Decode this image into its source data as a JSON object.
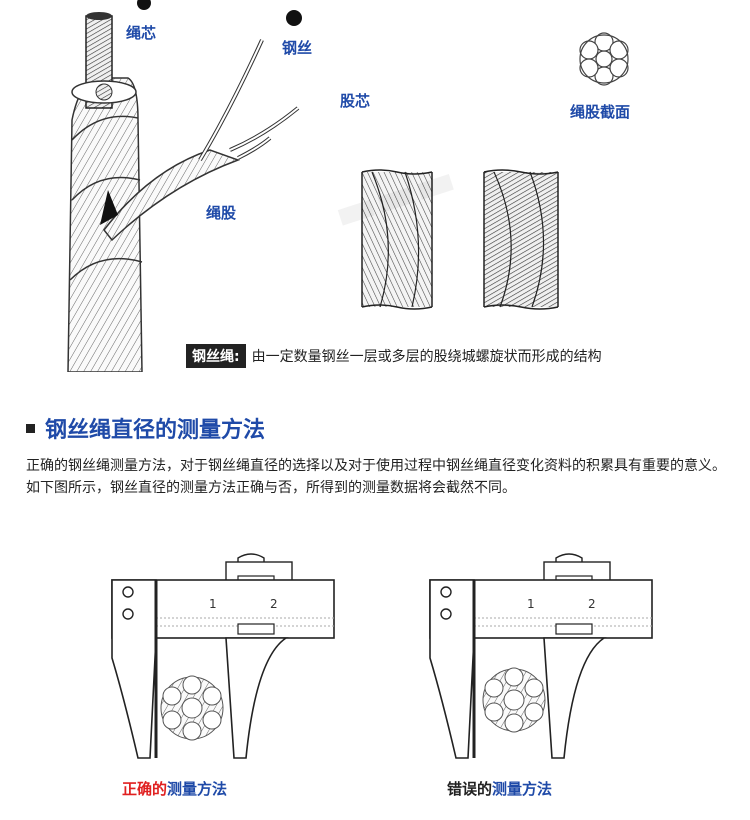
{
  "labels": {
    "rope_core": "绳芯",
    "steel_wire": "钢丝",
    "strand_core": "股芯",
    "strand_section": "绳股截面",
    "strand": "绳股"
  },
  "definition": {
    "term": "钢丝绳:",
    "text": "由一定数量钢丝一层或多层的股绕城螺旋状而形成的结构"
  },
  "section": {
    "title": "钢丝绳直径的测量方法",
    "paragraph": "正确的钢丝绳测量方法，对于钢丝绳直径的选择以及对于使用过程中钢丝绳直径变化资料的积累具有重要的意义。如下图所示，钢丝直径的测量方法正确与否，所得到的测量数据将会截然不同。"
  },
  "calipers": {
    "scale_1": "1",
    "scale_2": "2",
    "correct": {
      "prefix": "正确的",
      "suffix": "测量方法"
    },
    "wrong": {
      "prefix": "错误的",
      "suffix": "测量方法"
    }
  },
  "colors": {
    "accent": "#1f4aa8",
    "correct": "#e02020",
    "text": "#222222"
  }
}
